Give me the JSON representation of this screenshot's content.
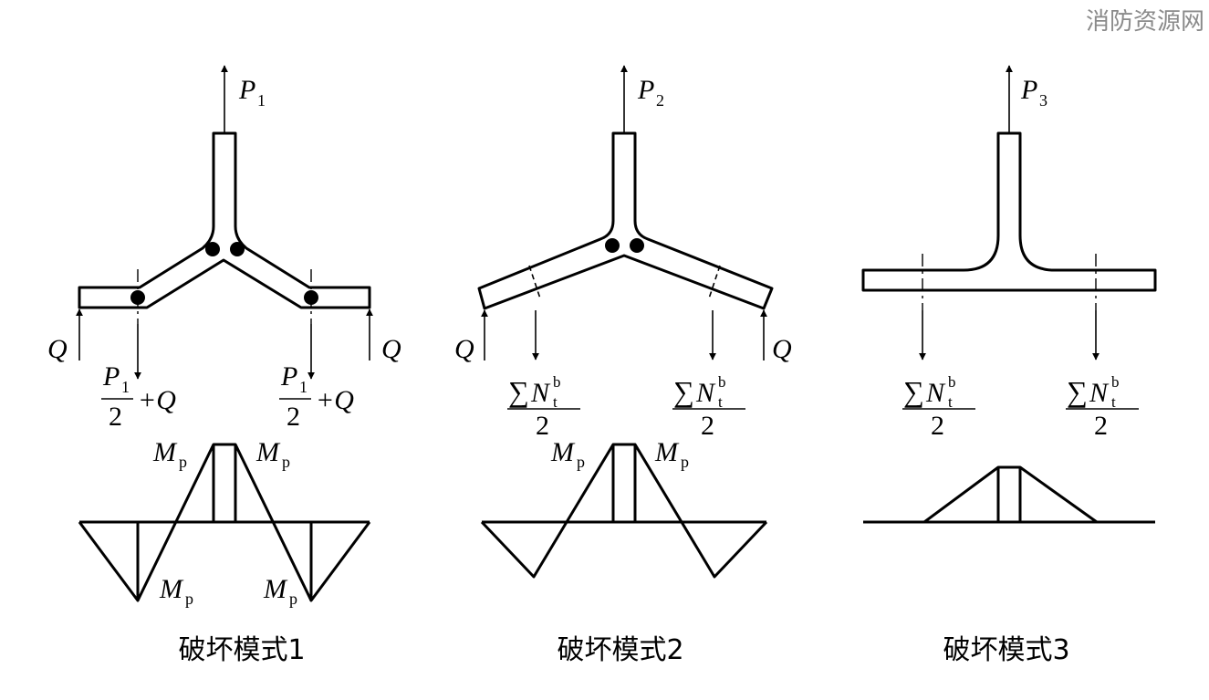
{
  "watermark": "消防资源网",
  "labels": {
    "P": "P",
    "M": "M",
    "M_sub": "p",
    "Q": "Q",
    "sum": "∑",
    "N": "N",
    "N_sub": "t",
    "N_sup": "b",
    "two": "2",
    "plus_Q": "+Q",
    "sub1": "1",
    "sub2": "2",
    "sub3": "3"
  },
  "modes": [
    {
      "caption": "破坏模式1"
    },
    {
      "caption": "破坏模式2"
    },
    {
      "caption": "破坏模式3"
    }
  ]
}
